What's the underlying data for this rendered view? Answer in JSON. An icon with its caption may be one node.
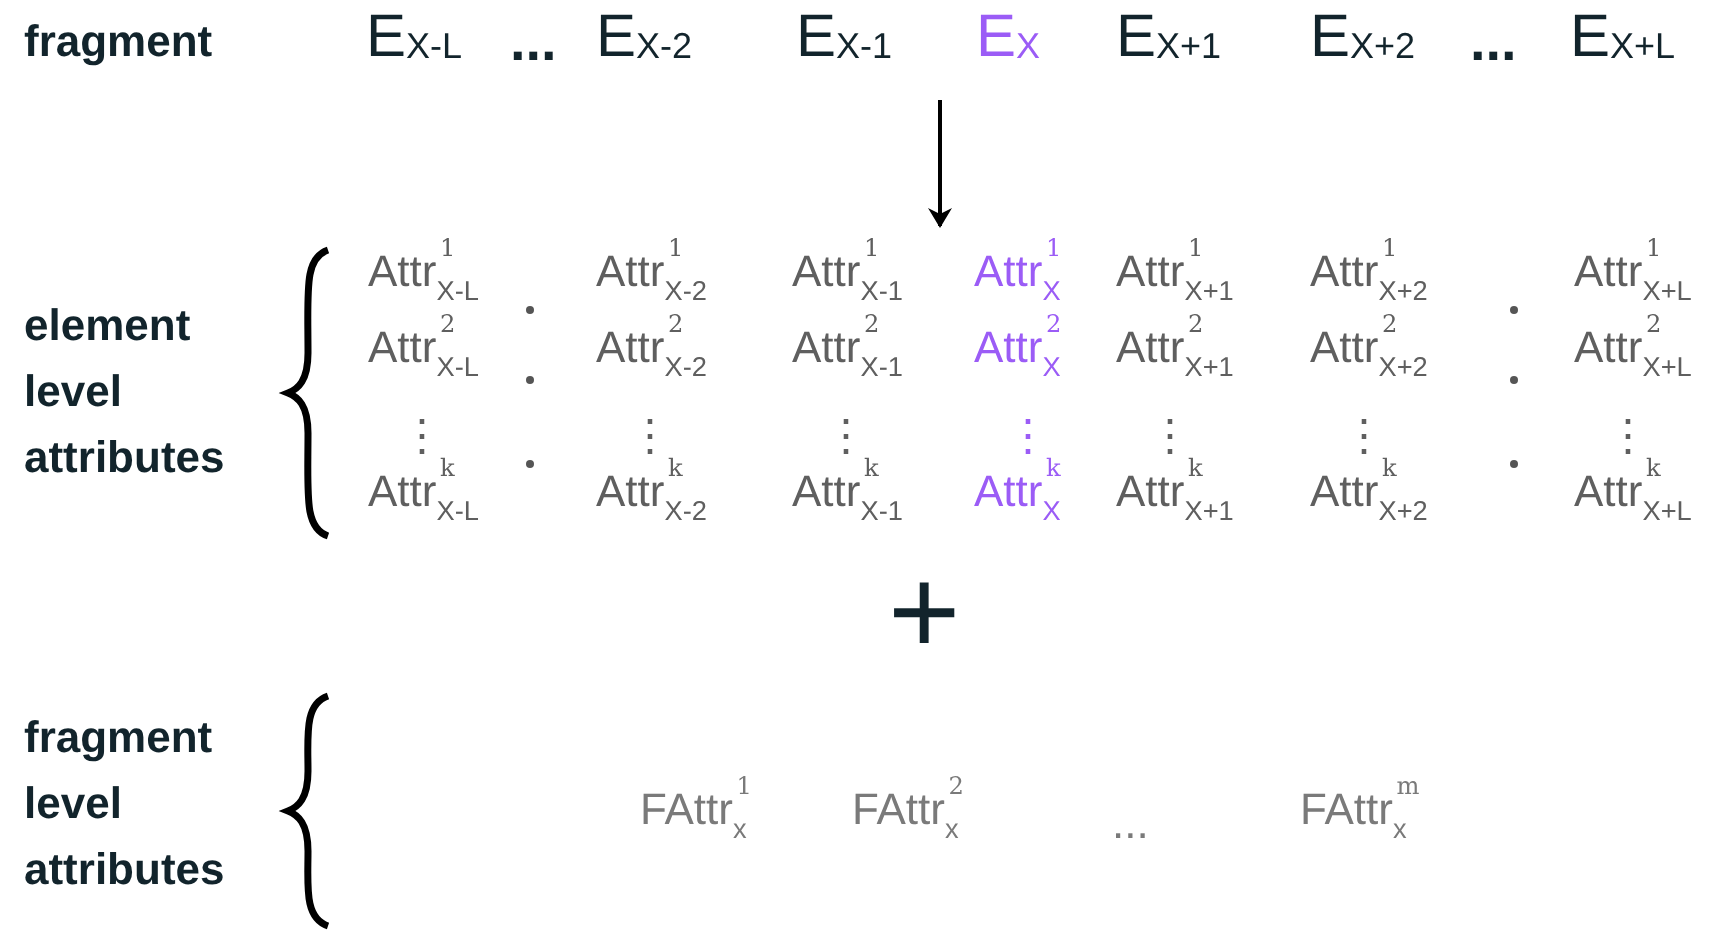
{
  "diagram": {
    "labels": [
      "fragment",
      "E$_{X-L}$",
      "...",
      "E$_{X-2}$",
      "E$_{X-1}$",
      "E$_{X}$",
      "E$_{X+1}$",
      "E$_{X+2}$",
      "...",
      "E$_{X+L}$",
      "element level attributes",
      "Attr$^{1}$$_{X-L}$",
      "Attr$^{1}$$_{X-2}$",
      "Attr$^{1}$$_{X-1}$",
      "Attr$^{1}$$_{X}$",
      "Attr$^{1}$$_{X+1}$",
      "Attr$^{1}$$_{X+2}$",
      "Attr$^{1}$$_{X+L}$",
      "Attr$^{2}$$_{X-L}$",
      "Attr$^{2}$$_{X-2}$",
      "Attr$^{2}$$_{X-1}$",
      "Attr$^{2}$$_{X}$",
      "Attr$^{2}$$_{X+1}$",
      "Attr$^{2}$$_{X+2}$",
      "Attr$^{2}$$_{X+L}$",
      "⋮",
      "⋮",
      "⋮",
      "⋮",
      "⋮",
      "⋮",
      "⋮",
      "Attr$^{k}$$_{X-L}$",
      "Attr$^{k}$$_{X-2}$",
      "Attr$^{k}$$_{X-1}$",
      "Attr$^{k}$$_{X}$",
      "Attr$^{k}$$_{X+1}$",
      "Attr$^{k}$$_{X+2}$",
      "Attr$^{k}$$_{X+L}$",
      "+",
      "fragment level attributes",
      "FAttr$^{1}$$_{x}$",
      "FAttr$^{2}$$_{x}$",
      "...",
      "FAttr$^{m}$$_{x}$"
    ]
  }
}
